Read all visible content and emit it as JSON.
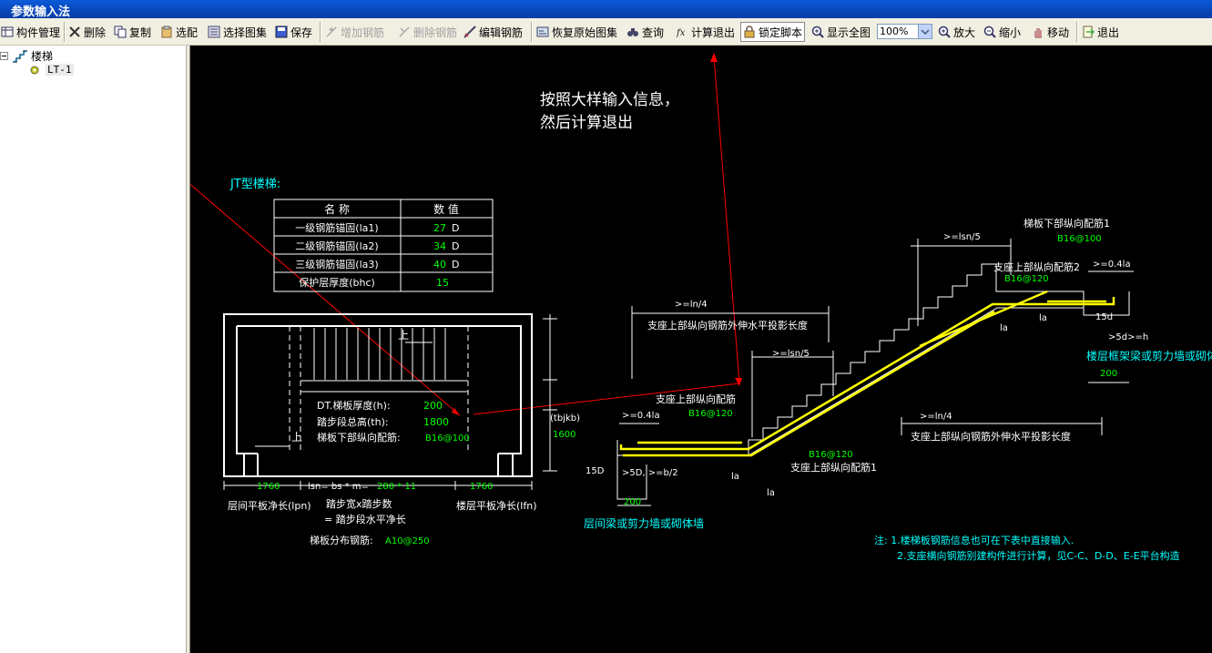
{
  "window": {
    "title": "参数输入法"
  },
  "toolbar": {
    "component_manage": "构件管理",
    "delete": "删除",
    "copy": "复制",
    "select_sheet": "选配",
    "select_atlas": "选择图集",
    "save": "保存",
    "add_rebar": "增加钢筋",
    "delete_rebar": "删除钢筋",
    "edit_rebar": "编辑钢筋",
    "restore_atlas": "恢复原始图集",
    "query": "查询",
    "calc_exit": "计算退出",
    "lock_script": "锁定脚本",
    "show_all": "显示全图",
    "zoom_value": "100%",
    "zoom_in": "放大",
    "zoom_out": "缩小",
    "move": "移动",
    "exit": "退出"
  },
  "tree": {
    "root": "楼梯",
    "child": "LT-1"
  },
  "drawing": {
    "annotation": {
      "line1": "按照大样输入信息，",
      "line2": "然后计算退出"
    },
    "stair_type": "JT型楼梯:",
    "table": {
      "headers": [
        "名 称",
        "数 值"
      ],
      "rows": [
        {
          "name": "一级钢筋锚固(la1)",
          "value": "27",
          "unit": "D"
        },
        {
          "name": "二级钢筋锚固(la2)",
          "value": "34",
          "unit": "D"
        },
        {
          "name": "三级钢筋锚固(la3)",
          "value": "40",
          "unit": "D"
        },
        {
          "name": "保护层厚度(bhc)",
          "value": "15",
          "unit": ""
        }
      ]
    },
    "plan": {
      "up": "上",
      "thickness_label": "DT.梯板厚度(h):",
      "thickness_value": "200",
      "height_label": "踏步段总高(th):",
      "height_value": "1800",
      "bottom_rebar_label": "梯板下部纵向配筋:",
      "bottom_rebar_value": "B16@100",
      "tbjkb": "(tbjkb)",
      "width_value": "1600",
      "left_len": "1760",
      "formula": "lsn= bs * m=",
      "formula_value": "280 * 11",
      "right_len": "1760",
      "left_caption": "层间平板净长(lpn)",
      "mid_caption_1": "踏步宽x踏步数",
      "mid_caption_2": "= 踏步段水平净长",
      "right_caption": "楼层平板净长(lfn)",
      "distribution_label": "梯板分布钢筋:",
      "distribution_value": "A10@250"
    },
    "section": {
      "top_rebar1_title": "梯板下部纵向配筋1",
      "top_rebar1_value": "B16@100",
      "lsn5_top": ">=lsn/5",
      "support_top2": "支座上部纵向配筋2",
      "support_top2_value": "B16@120",
      "ge041la_top": ">=0.4la",
      "la_a": "la",
      "la_b": "la",
      "d15_top": "15d",
      "ge5d_h": ">5d>=h",
      "right_support": "楼层框架梁或剪力墙或砌体",
      "right_200": "200",
      "ln4_left": ">=ln/4",
      "ext_left": "支座上部纵向钢筋外伸水平投影长度",
      "lsn5_mid": ">=lsn/5",
      "support_top_label": "支座上部纵向配筋",
      "support_top_value": "B16@120",
      "ge041la_bottom": ">=0.4la",
      "ln4_right": ">=ln/4",
      "ext_right": "支座上部纵向钢筋外伸水平投影长度",
      "d15_bottom": "15D",
      "ge5d_b2": ">5D, >=b/2",
      "b16_120_bottom": "B16@120",
      "support_top1": "支座上部纵向配筋1",
      "la_c": "la",
      "la_d": "la",
      "bottom_200": "200",
      "left_support": "层间梁或剪力墙或砌体墙"
    },
    "notes": {
      "note1": "注: 1.楼梯板钢筋信息也可在下表中直接输入.",
      "note2": "2.支座横向钢筋别建构件进行计算，见C-C、D-D、E-E平台构造"
    }
  },
  "colors": {
    "canvas": "#000000",
    "cad_white": "#ffffff",
    "cad_green": "#00ff00",
    "cad_cyan": "#00ffff",
    "cad_yellow": "#ffff00",
    "annotation_red": "#ff0000",
    "titlebar": "#0a5bd8"
  }
}
